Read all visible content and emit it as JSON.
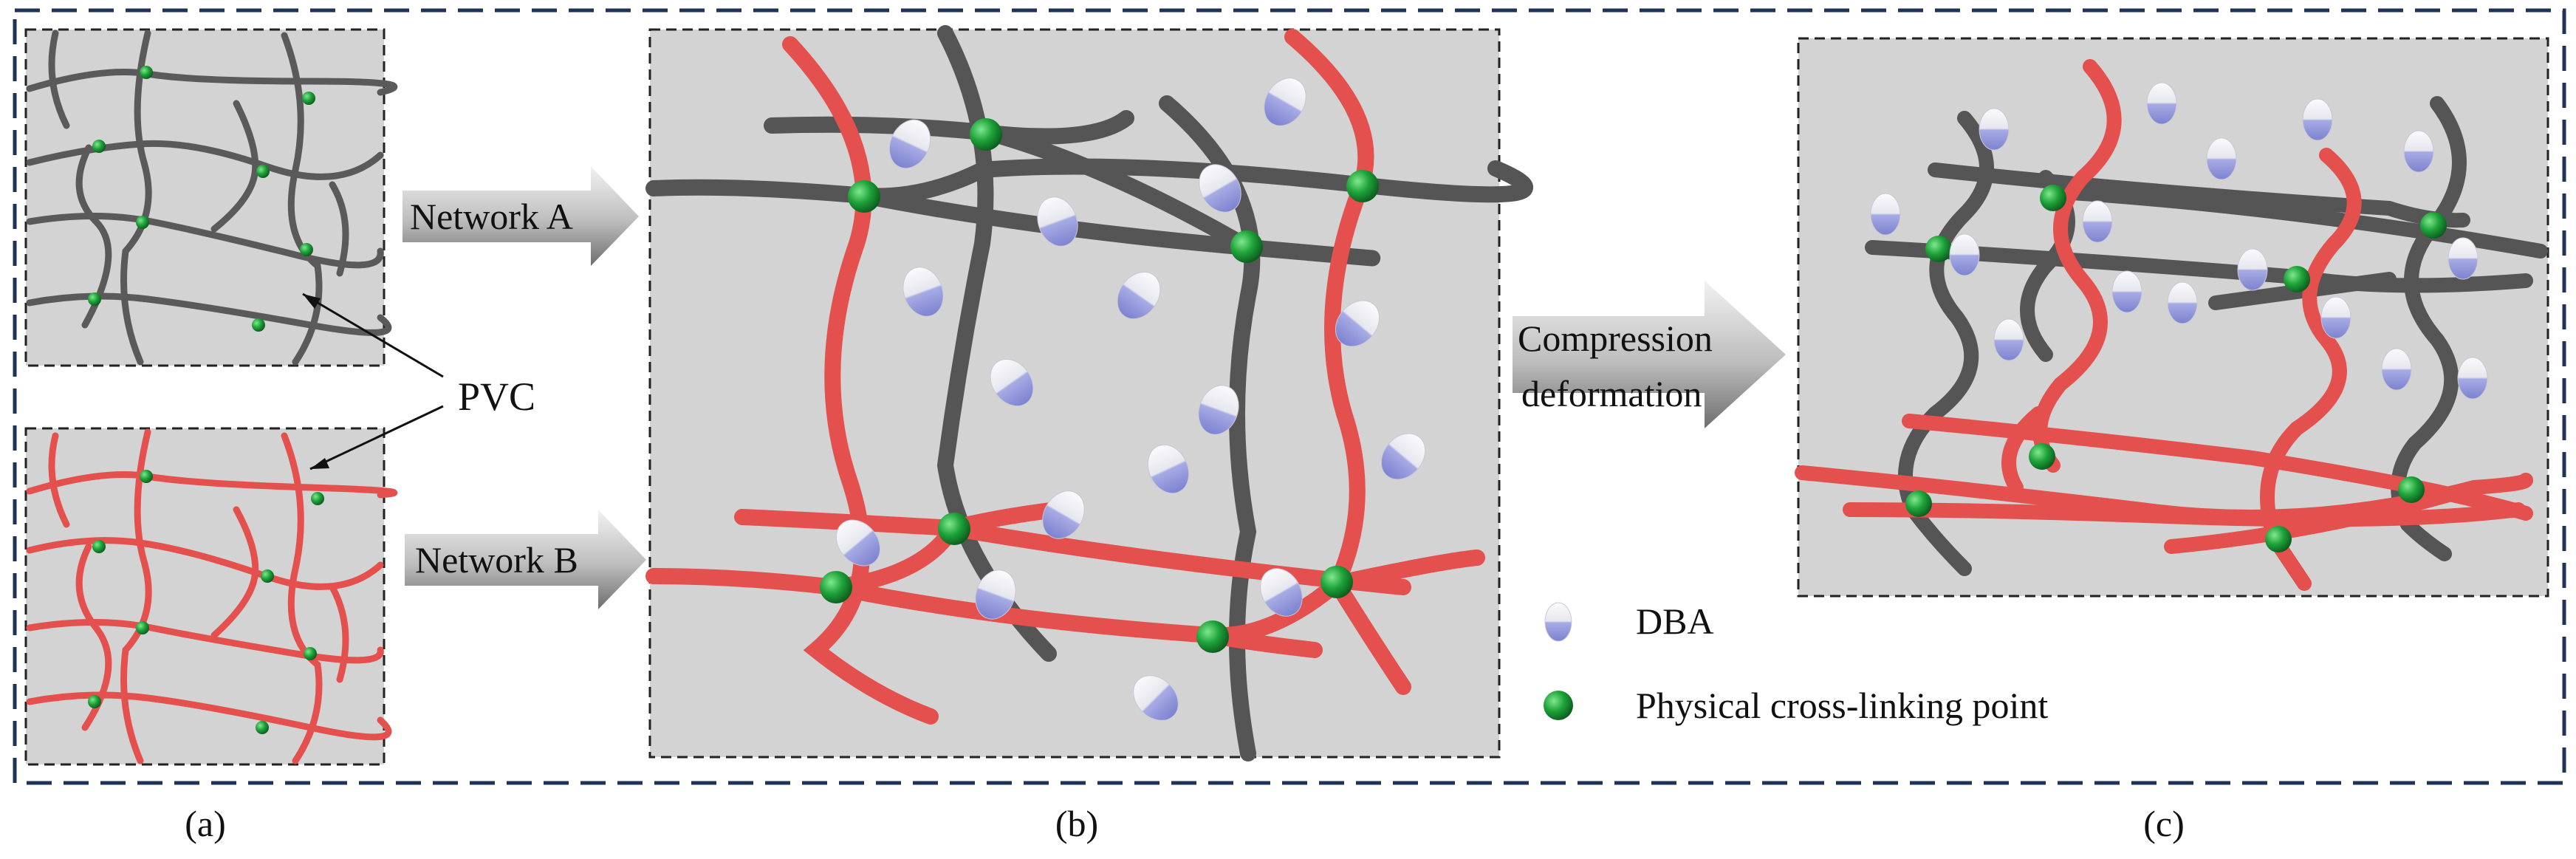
{
  "labels": {
    "pvc": "PVC",
    "network_a": "Network A",
    "network_b": "Network B",
    "compression_line1": "Compression",
    "compression_line2": "deformation",
    "legend_dba": "DBA",
    "legend_crosslink": "Physical cross-linking point"
  },
  "panels": {
    "a": "(a)",
    "b": "(b)",
    "c": "(c)"
  },
  "colors": {
    "network_a": "#555555",
    "network_b": "#e4504d",
    "crosslink": "#1fa33a",
    "dba_top": "#f4f4f8",
    "dba_bottom": "#8a8fd8",
    "panel_bg": "#d3d3d3",
    "outer_border": "#1e3357"
  }
}
